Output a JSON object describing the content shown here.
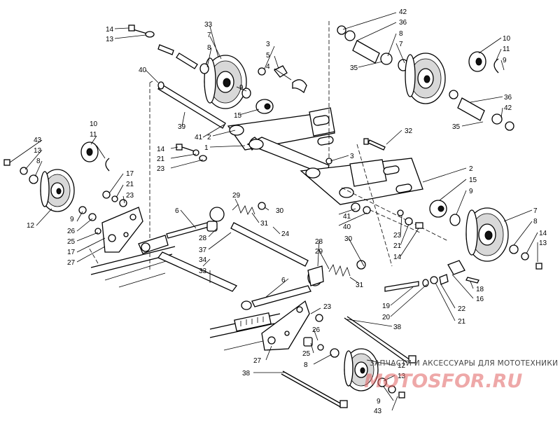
{
  "diagram": {
    "kind": "exploded-parts-diagram",
    "colors": {
      "ink": "#000000",
      "paper": "#ffffff",
      "watermark_red": "#e06060",
      "watermark_text": "#444444"
    },
    "watermark": {
      "tagline": "ЗАПЧАСТИ И АКСЕССУАРЫ ДЛЯ МОТОТЕХНИКИ",
      "logo": "MOTOSFOR.RU"
    },
    "callouts": [
      {
        "id": "c-14a",
        "text": "14"
      },
      {
        "id": "c-13a",
        "text": "13"
      },
      {
        "id": "c-33a",
        "text": "33"
      },
      {
        "id": "c-7a",
        "text": "7"
      },
      {
        "id": "c-8a",
        "text": "8"
      },
      {
        "id": "c-3a",
        "text": "3"
      },
      {
        "id": "c-5a",
        "text": "5"
      },
      {
        "id": "c-4a",
        "text": "4"
      },
      {
        "id": "c-42a",
        "text": "42"
      },
      {
        "id": "c-36a",
        "text": "36"
      },
      {
        "id": "c-8b",
        "text": "8"
      },
      {
        "id": "c-7b",
        "text": "7"
      },
      {
        "id": "c-35a",
        "text": "35"
      },
      {
        "id": "c-10a",
        "text": "10"
      },
      {
        "id": "c-11a",
        "text": "11"
      },
      {
        "id": "c-9a",
        "text": "9"
      },
      {
        "id": "c-40a",
        "text": "40"
      },
      {
        "id": "c-9b",
        "text": "9"
      },
      {
        "id": "c-15a",
        "text": "15"
      },
      {
        "id": "c-36b",
        "text": "36"
      },
      {
        "id": "c-42b",
        "text": "42"
      },
      {
        "id": "c-35b",
        "text": "35"
      },
      {
        "id": "c-39a",
        "text": "39"
      },
      {
        "id": "c-41a",
        "text": "41"
      },
      {
        "id": "c-2a",
        "text": "2"
      },
      {
        "id": "c-1a",
        "text": "1"
      },
      {
        "id": "c-32a",
        "text": "32"
      },
      {
        "id": "c-14b",
        "text": "14"
      },
      {
        "id": "c-21a",
        "text": "21"
      },
      {
        "id": "c-23a",
        "text": "23"
      },
      {
        "id": "c-3b",
        "text": "3"
      },
      {
        "id": "c-10b",
        "text": "10"
      },
      {
        "id": "c-11b",
        "text": "11"
      },
      {
        "id": "c-43a",
        "text": "43"
      },
      {
        "id": "c-13b",
        "text": "13"
      },
      {
        "id": "c-8c",
        "text": "8"
      },
      {
        "id": "c-17a",
        "text": "17"
      },
      {
        "id": "c-21b",
        "text": "21"
      },
      {
        "id": "c-23b",
        "text": "23"
      },
      {
        "id": "c-2b",
        "text": "2"
      },
      {
        "id": "c-15b",
        "text": "15"
      },
      {
        "id": "c-9c",
        "text": "9"
      },
      {
        "id": "c-29a",
        "text": "29"
      },
      {
        "id": "c-6a",
        "text": "6"
      },
      {
        "id": "c-30a",
        "text": "30"
      },
      {
        "id": "c-31a",
        "text": "31"
      },
      {
        "id": "c-12a",
        "text": "12"
      },
      {
        "id": "c-9d",
        "text": "9"
      },
      {
        "id": "c-26a",
        "text": "26"
      },
      {
        "id": "c-25a",
        "text": "25"
      },
      {
        "id": "c-17b",
        "text": "17"
      },
      {
        "id": "c-27a",
        "text": "27"
      },
      {
        "id": "c-28a",
        "text": "28"
      },
      {
        "id": "c-24a",
        "text": "24"
      },
      {
        "id": "c-37a",
        "text": "37"
      },
      {
        "id": "c-41b",
        "text": "41"
      },
      {
        "id": "c-40b",
        "text": "40"
      },
      {
        "id": "c-30b",
        "text": "30"
      },
      {
        "id": "c-23c",
        "text": "23"
      },
      {
        "id": "c-21c",
        "text": "21"
      },
      {
        "id": "c-14c",
        "text": "14"
      },
      {
        "id": "c-7c",
        "text": "7"
      },
      {
        "id": "c-8d",
        "text": "8"
      },
      {
        "id": "c-14d",
        "text": "14"
      },
      {
        "id": "c-13c",
        "text": "13"
      },
      {
        "id": "c-34a",
        "text": "34"
      },
      {
        "id": "c-33b",
        "text": "33"
      },
      {
        "id": "c-28b",
        "text": "28"
      },
      {
        "id": "c-29b",
        "text": "29"
      },
      {
        "id": "c-31b",
        "text": "31"
      },
      {
        "id": "c-6b",
        "text": "6"
      },
      {
        "id": "c-18a",
        "text": "18"
      },
      {
        "id": "c-16a",
        "text": "16"
      },
      {
        "id": "c-19a",
        "text": "19"
      },
      {
        "id": "c-20a",
        "text": "20"
      },
      {
        "id": "c-22a",
        "text": "22"
      },
      {
        "id": "c-21d",
        "text": "21"
      },
      {
        "id": "c-23d",
        "text": "23"
      },
      {
        "id": "c-38a",
        "text": "38"
      },
      {
        "id": "c-26b",
        "text": "26"
      },
      {
        "id": "c-27b",
        "text": "27"
      },
      {
        "id": "c-25b",
        "text": "25"
      },
      {
        "id": "c-8e",
        "text": "8"
      },
      {
        "id": "c-38b",
        "text": "38"
      },
      {
        "id": "c-12b",
        "text": "12"
      },
      {
        "id": "c-13d",
        "text": "13"
      },
      {
        "id": "c-9e",
        "text": "9"
      },
      {
        "id": "c-43b",
        "text": "43"
      }
    ]
  }
}
